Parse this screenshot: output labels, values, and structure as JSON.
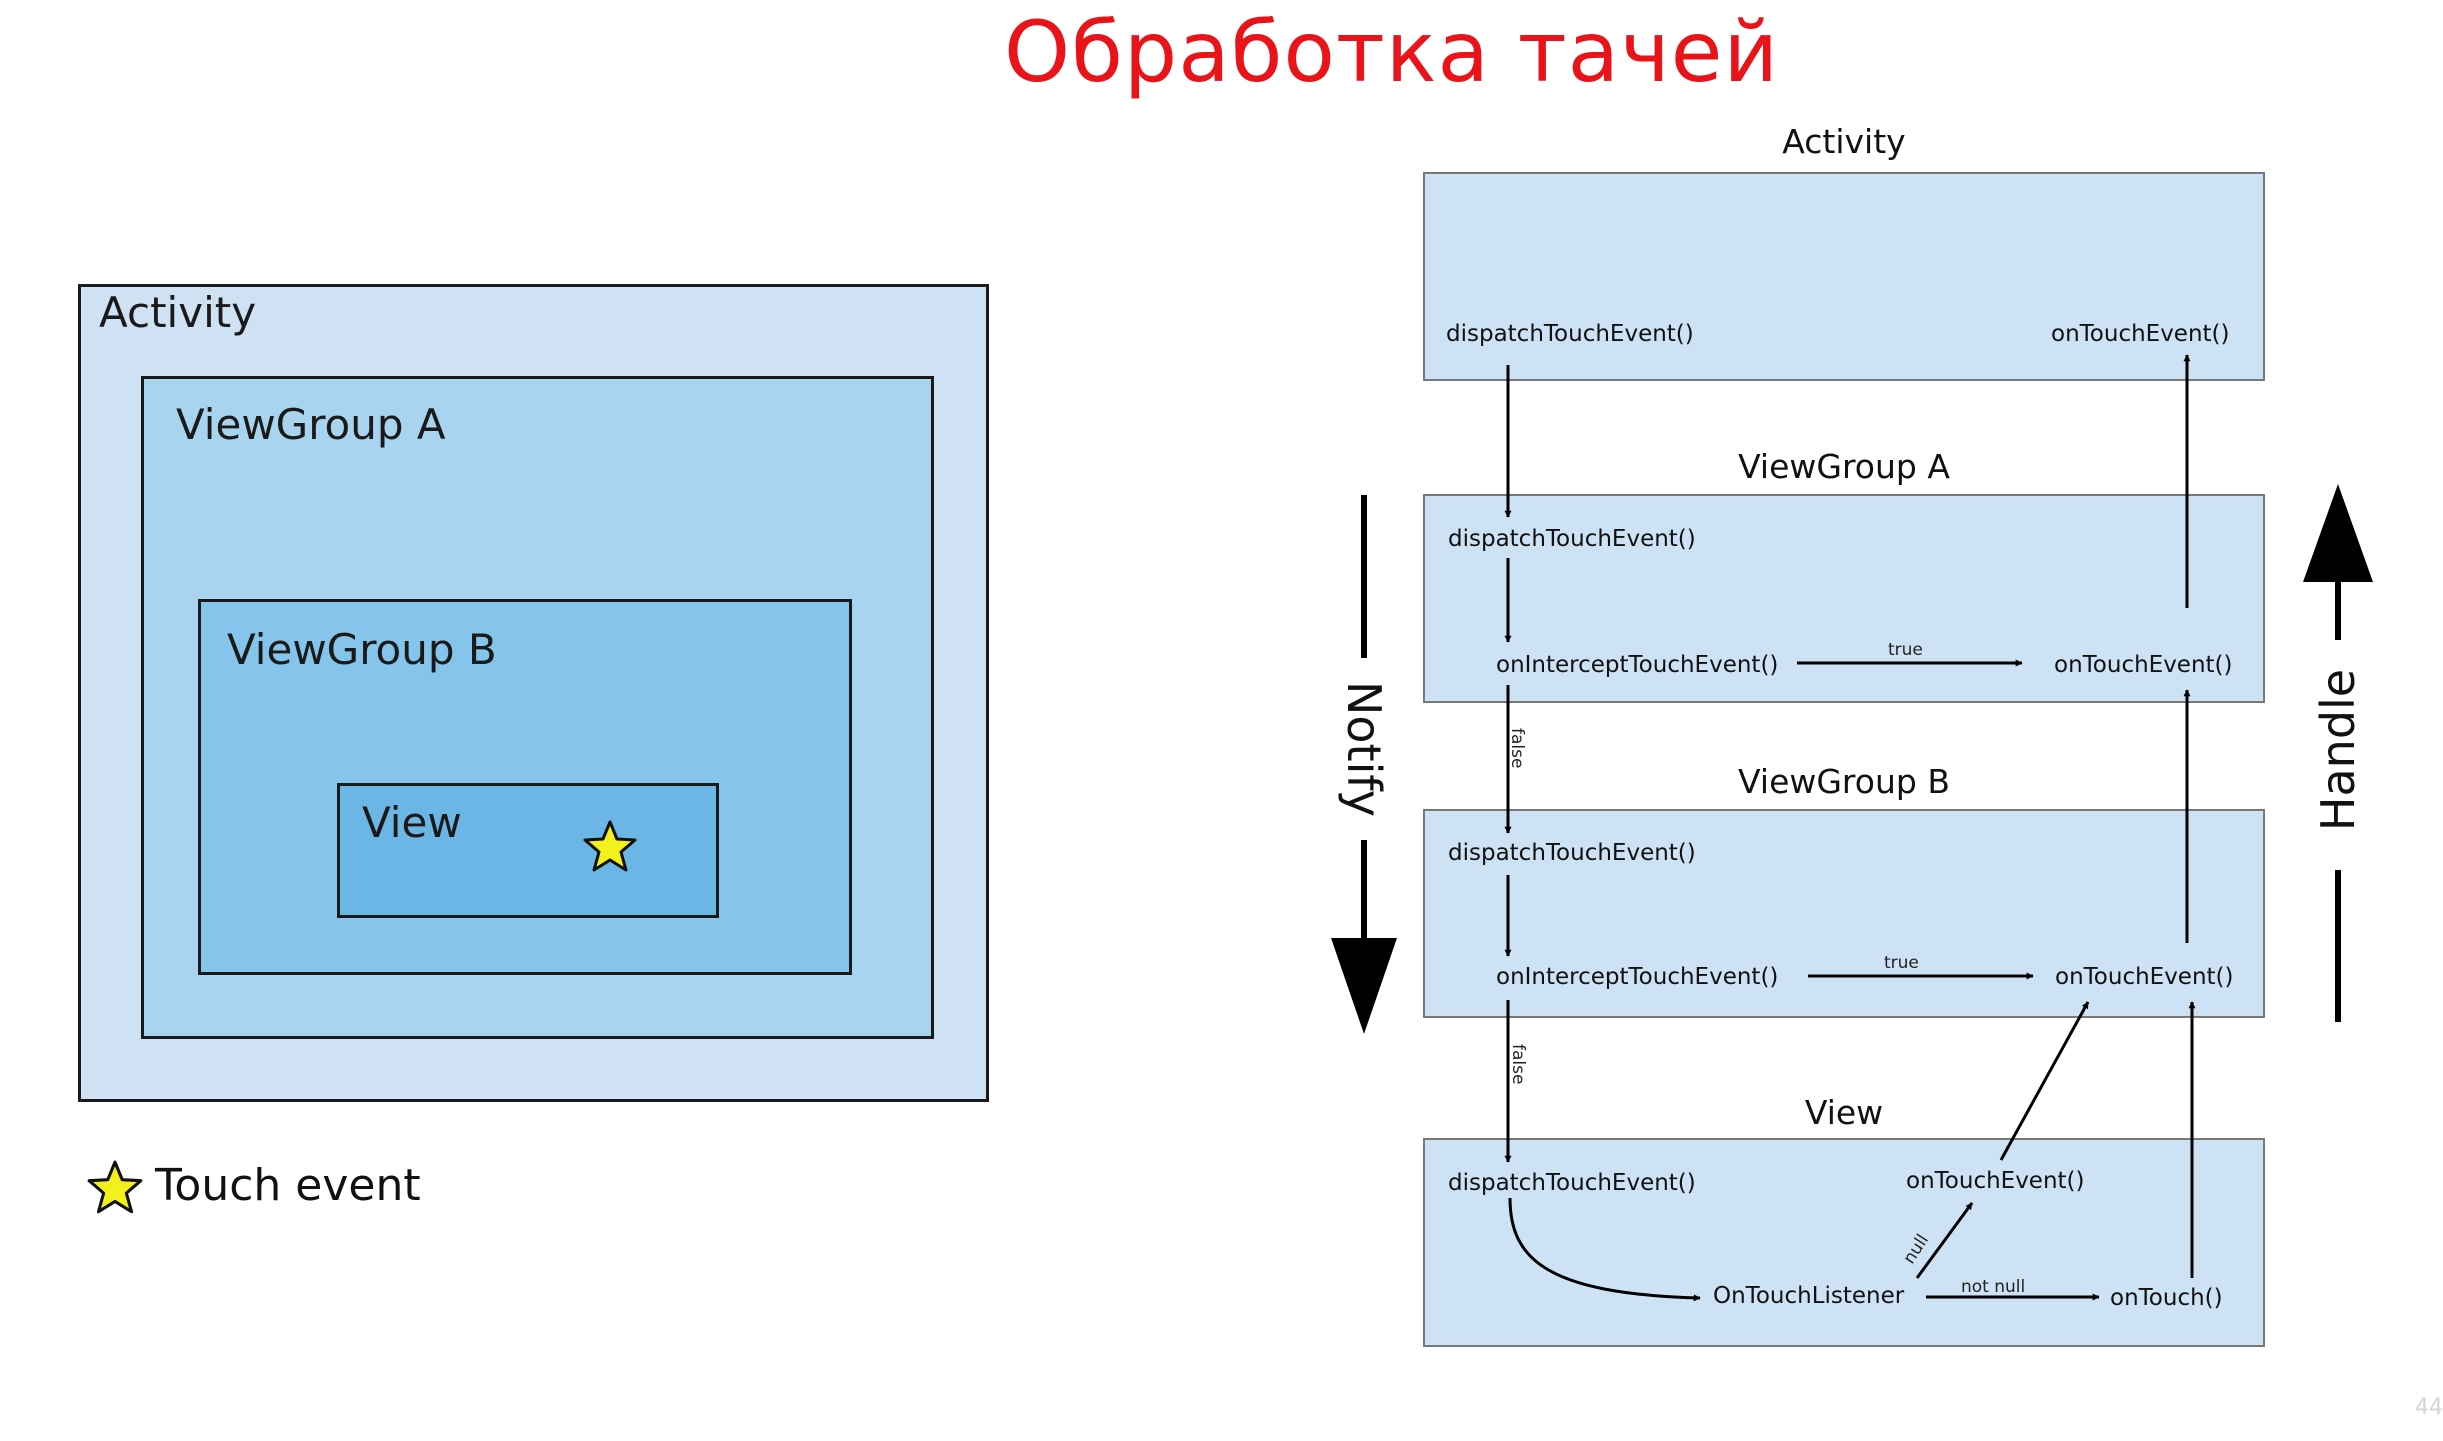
{
  "title": "Обработка тачей",
  "page_number": "44",
  "colors": {
    "title": "#e8141a",
    "activity_fill": "#cfe2f4",
    "viewgroup_a_fill": "#a8d4f0",
    "viewgroup_b_fill": "#85c4eb",
    "view_fill": "#6cb6e5",
    "flow_box_fill": "#cde3f5",
    "star_fill": "#f3f11c"
  },
  "nesting": {
    "activity": "Activity",
    "viewgroup_a": "ViewGroup A",
    "viewgroup_b": "ViewGroup B",
    "view": "View",
    "legend": "Touch event",
    "star_icon": "star-icon"
  },
  "flow": {
    "activity": {
      "title": "Activity",
      "dispatch": "dispatchTouchEvent()",
      "on_touch_event": "onTouchEvent()"
    },
    "viewgroup_a": {
      "title": "ViewGroup A",
      "dispatch": "dispatchTouchEvent()",
      "intercept": "onInterceptTouchEvent()",
      "on_touch_event": "onTouchEvent()",
      "true_label": "true",
      "false_label": "false"
    },
    "viewgroup_b": {
      "title": "ViewGroup B",
      "dispatch": "dispatchTouchEvent()",
      "intercept": "onInterceptTouchEvent()",
      "on_touch_event": "onTouchEvent()",
      "true_label": "true",
      "false_label": "false"
    },
    "view": {
      "title": "View",
      "dispatch": "dispatchTouchEvent()",
      "on_touch_event": "onTouchEvent()",
      "listener": "OnTouchListener",
      "on_touch": "onTouch()",
      "null_label": "null",
      "not_null_label": "not null"
    },
    "notify": "Notify",
    "handle": "Handle"
  }
}
